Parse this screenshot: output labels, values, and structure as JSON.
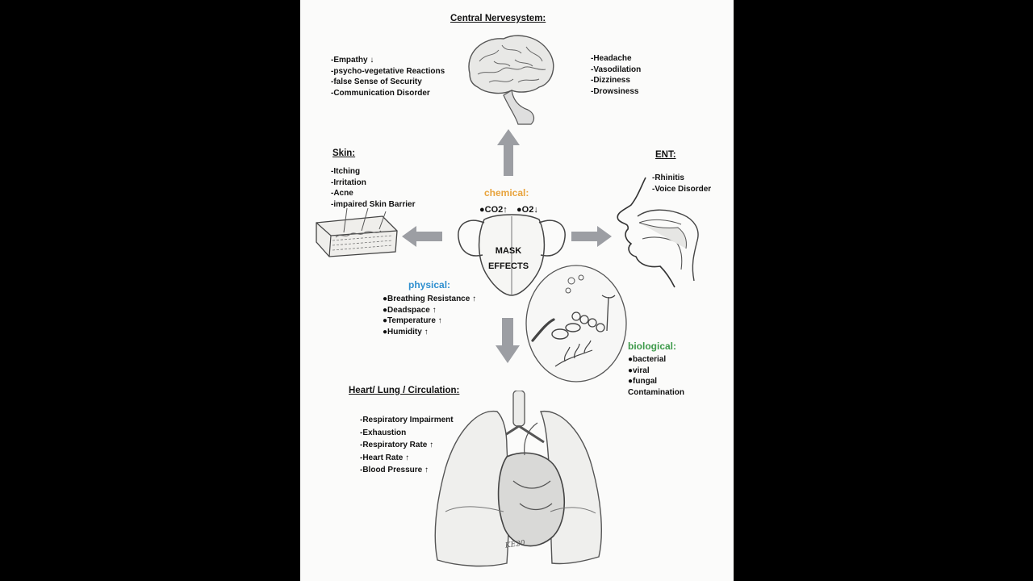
{
  "center": {
    "line1": "MASK",
    "line2": "EFFECTS"
  },
  "central_nervous_system": {
    "title": "Central Nervesystem:",
    "left_items": [
      "-Empathy ↓",
      "-psycho-vegetative Reactions",
      "-false Sense of Security",
      "-Communication Disorder"
    ],
    "right_items": [
      "-Headache",
      "-Vasodilation",
      "-Dizziness",
      "-Drowsiness"
    ]
  },
  "skin": {
    "title": "Skin:",
    "items": [
      "-Itching",
      "-Irritation",
      "-Acne",
      "-impaired Skin Barrier"
    ]
  },
  "ent": {
    "title": "ENT:",
    "items": [
      "-Rhinitis",
      "-Voice Disorder"
    ]
  },
  "chemical": {
    "label": "chemical:",
    "co2": "●CO2↑",
    "o2": "●O2↓",
    "color": "#e8a33c"
  },
  "physical": {
    "label": "physical:",
    "items": [
      "●Breathing Resistance ↑",
      "●Deadspace ↑",
      "●Temperature ↑",
      "●Humidity ↑"
    ],
    "color": "#2f8fcf"
  },
  "biological": {
    "label": "biological:",
    "items": [
      "●bacterial",
      "●viral",
      "●fungal",
      "Contamination"
    ],
    "color": "#3d9a4a"
  },
  "heart_lung": {
    "title": "Heart/ Lung / Circulation:",
    "items": [
      "-Respiratory Impairment",
      "-Exhaustion",
      "-Respiratory Rate ↑",
      "-Heart Rate ↑",
      "-Blood Pressure ↑"
    ]
  },
  "signature": "KE20",
  "colors": {
    "arrow": "#9c9ea3",
    "sheet": "#fbfbfa",
    "background": "#000000"
  }
}
